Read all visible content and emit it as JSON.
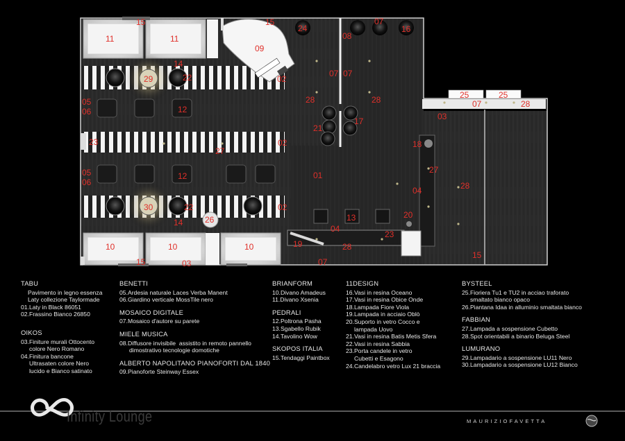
{
  "plan": {
    "numbers": {
      "n01": "01",
      "n02": "02",
      "n03": "03",
      "n04": "04",
      "n05": "05",
      "n06": "06",
      "n07": "07",
      "n08": "08",
      "n09": "09",
      "n10": "10",
      "n11": "11",
      "n12": "12",
      "n13": "13",
      "n14": "14",
      "n15": "15",
      "n16": "16",
      "n17": "17",
      "n18": "18",
      "n19": "19",
      "n20": "20",
      "n21": "21",
      "n22": "22",
      "n23": "23",
      "n24": "24",
      "n25": "25",
      "n26": "26",
      "n27": "27",
      "n28": "28",
      "n29": "29",
      "n30": "30"
    }
  },
  "legend": {
    "tabu": {
      "title": "TABU",
      "items": [
        "Pavimento in legno essenza",
        "Laty collezione Taylormade",
        "01.Laty in Black 86051",
        "02.Frassino Bianco 26850"
      ]
    },
    "oikos": {
      "title": "OIKOS",
      "items": [
        "03.Finiture murali Ottocento",
        "colore Nero Romano",
        "04.Finitura bancone",
        "Ultrasaten colore Nero",
        "lucido e Bianco satinato"
      ]
    },
    "benetti": {
      "title": "BENETTI",
      "items": [
        "05.Ardesia naturale Laces Verba Manent",
        "06.Giardino verticale MossTile nero"
      ]
    },
    "mosaico": {
      "title": "MOSAICO DIGITALE",
      "items": [
        "07.Mosaico d'autore su parete"
      ]
    },
    "miele": {
      "title": "MIELE MUSICA",
      "items": [
        "08.Diffusore invisibile  assistito in remoto pannello",
        "dimostrativo tecnologie domotiche"
      ]
    },
    "napolitano": {
      "title": "ALBERTO NAPOLITANO PIANOFORTI DAL 1840",
      "items": [
        "09.Pianoforte Steinway Essex"
      ]
    },
    "brianform": {
      "title": "BRIANFORM",
      "items": [
        "10.Divano Amadeus",
        "11.Divano Xsenia"
      ]
    },
    "pedrali": {
      "title": "PEDRALI",
      "items": [
        "12.Poltrona Pasha",
        "13.Sgabello Rubik",
        "14.Tavolino Wow"
      ]
    },
    "skopos": {
      "title": "SKOPOS ITALIA",
      "items": [
        "15.Tendaggi Paintbox"
      ]
    },
    "design11": {
      "title": "11DESIGN",
      "items": [
        "16.Vasi in resina Oceano",
        "17.Vasi in resina Obice Onde",
        "18.Lampada Fiore Viola",
        "19.Lampada in acciaio Oblò",
        "20.Suporto in vetro Cocco e",
        "lampada Uovo",
        "21.Vasi in resina Batis Metis Sfera",
        "22.Vasi in resina Sabbia",
        "23.Porta candele in vetro",
        "Cubetti e Esagono",
        "24.Candelabro vetro Lux 21 braccia"
      ]
    },
    "bysteel": {
      "title": "BYSTEEL",
      "items": [
        "25.Fioriera Tu1 e TU2 in acciao traforato",
        "smaltato bianco opaco",
        "26.Piantana Idaa in alluminio smaltata bianco"
      ]
    },
    "fabbian": {
      "title": "FABBIAN",
      "items": [
        "27.Lampada a sospensione Cubetto",
        "28.Spot orientabili a binario Beluga Steel"
      ]
    },
    "lumurano": {
      "title": "LUMURANO",
      "items": [
        "29.Lampadario a sospensione LU11 Nero",
        "30.Lampadario a sospensione LU12 Bianco"
      ]
    }
  },
  "brand": {
    "logo_text": "Infinity Lounge",
    "author": "MAURIZIOFAVETTA"
  },
  "colors": {
    "background": "#000000",
    "floor": "#2b2b2b",
    "label_red": "#e0302a",
    "white": "#f2f2f2"
  }
}
